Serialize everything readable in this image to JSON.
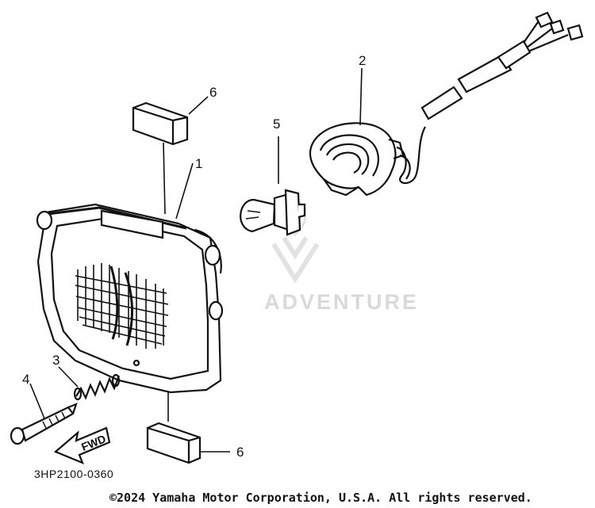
{
  "diagram": {
    "callouts": [
      "1",
      "2",
      "3",
      "4",
      "5",
      "6",
      "6"
    ],
    "direction_label": "FWD",
    "part_code": "3HP2100-0360",
    "watermark": "ADVENTURE",
    "copyright": "©2024 Yamaha Motor Corporation, U.S.A. All rights reserved."
  },
  "colors": {
    "ink": "#111111",
    "paper": "#ffffff",
    "watermark": "#d9d9d9"
  }
}
